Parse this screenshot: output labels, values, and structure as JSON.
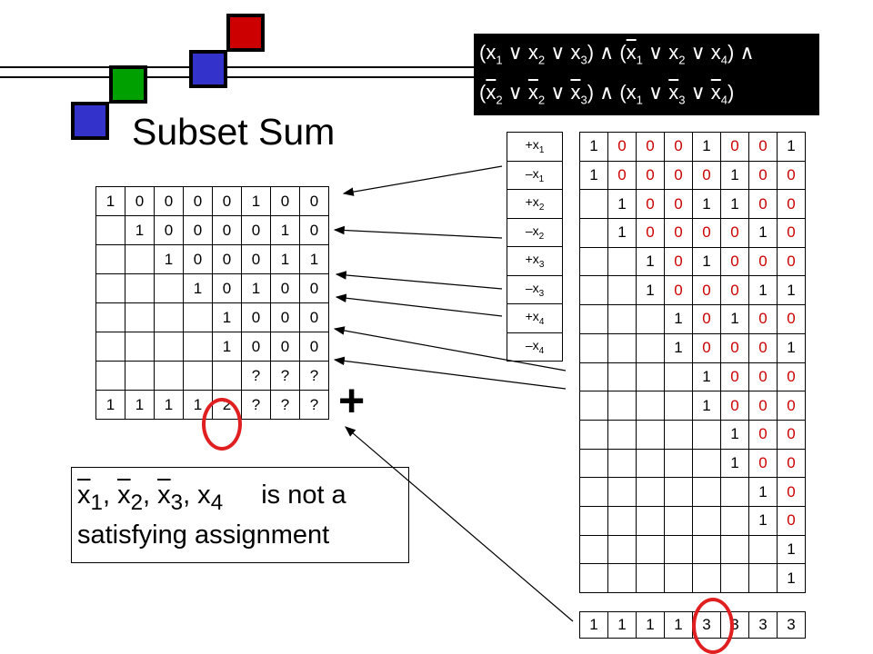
{
  "title": "Subset Sum",
  "formula": {
    "line1": [
      {
        "t": "(x"
      },
      {
        "s": "1"
      },
      {
        "t": " ∨ x"
      },
      {
        "s": "2"
      },
      {
        "t": " ∨ x"
      },
      {
        "s": "3"
      },
      {
        "t": ") ∧ ("
      },
      {
        "t": "x",
        "over": true
      },
      {
        "s": "1"
      },
      {
        "t": " ∨ x"
      },
      {
        "s": "2"
      },
      {
        "t": " ∨ x"
      },
      {
        "s": "4"
      },
      {
        "t": ") ∧"
      }
    ],
    "line2": [
      {
        "t": "("
      },
      {
        "t": "x",
        "over": true
      },
      {
        "s": "2"
      },
      {
        "t": " ∨ "
      },
      {
        "t": "x",
        "over": true
      },
      {
        "s": "2"
      },
      {
        "t": " ∨ "
      },
      {
        "t": "x",
        "over": true
      },
      {
        "s": "3"
      },
      {
        "t": ") ∧ (x"
      },
      {
        "s": "1"
      },
      {
        "t": " ∨ "
      },
      {
        "t": "x",
        "over": true
      },
      {
        "s": "3"
      },
      {
        "t": " ∨ "
      },
      {
        "t": "x",
        "over": true
      },
      {
        "s": "4"
      },
      {
        "t": ")"
      }
    ]
  },
  "left_table": {
    "rows": [
      [
        "1",
        "0",
        "0",
        "0",
        "0",
        "1",
        "0",
        "0"
      ],
      [
        "",
        "1",
        "0",
        "0",
        "0",
        "0",
        "1",
        "0"
      ],
      [
        "",
        "",
        "1",
        "0",
        "0",
        "0",
        "1",
        "1"
      ],
      [
        "",
        "",
        "",
        "1",
        "0",
        "1",
        "0",
        "0"
      ],
      [
        "",
        "",
        "",
        "",
        "1",
        "0",
        "0",
        "0"
      ],
      [
        "",
        "",
        "",
        "",
        "1",
        "0",
        "0",
        "0"
      ],
      [
        "",
        "",
        "",
        "",
        "",
        "?",
        "?",
        "?"
      ],
      [
        "1",
        "1",
        "1",
        "1",
        "2",
        "?",
        "?",
        "?"
      ]
    ]
  },
  "literals": [
    {
      "sign": "+x",
      "sub": "1"
    },
    {
      "sign": "–x",
      "sub": "1"
    },
    {
      "sign": "+x",
      "sub": "2"
    },
    {
      "sign": "–x",
      "sub": "2"
    },
    {
      "sign": "+x",
      "sub": "3"
    },
    {
      "sign": "–x",
      "sub": "3"
    },
    {
      "sign": "+x",
      "sub": "4"
    },
    {
      "sign": "–x",
      "sub": "4"
    }
  ],
  "right_table": {
    "rows": [
      [
        "1",
        "0",
        "0",
        "0",
        "1",
        "0",
        "0",
        "1"
      ],
      [
        "1",
        "0",
        "0",
        "0",
        "0",
        "1",
        "0",
        "0"
      ],
      [
        "",
        "1",
        "0",
        "0",
        "1",
        "1",
        "0",
        "0"
      ],
      [
        "",
        "1",
        "0",
        "0",
        "0",
        "0",
        "1",
        "0"
      ],
      [
        "",
        "",
        "1",
        "0",
        "1",
        "0",
        "0",
        "0"
      ],
      [
        "",
        "",
        "1",
        "0",
        "0",
        "0",
        "1",
        "1"
      ],
      [
        "",
        "",
        "",
        "1",
        "0",
        "1",
        "0",
        "0"
      ],
      [
        "",
        "",
        "",
        "1",
        "0",
        "0",
        "0",
        "1"
      ],
      [
        "",
        "",
        "",
        "",
        "1",
        "0",
        "0",
        "0"
      ],
      [
        "",
        "",
        "",
        "",
        "1",
        "0",
        "0",
        "0"
      ],
      [
        "",
        "",
        "",
        "",
        "",
        "1",
        "0",
        "0"
      ],
      [
        "",
        "",
        "",
        "",
        "",
        "1",
        "0",
        "0"
      ],
      [
        "",
        "",
        "",
        "",
        "",
        "",
        "1",
        "0"
      ],
      [
        "",
        "",
        "",
        "",
        "",
        "",
        "1",
        "0"
      ],
      [
        "",
        "",
        "",
        "",
        "",
        "",
        "",
        "1"
      ],
      [
        "",
        "",
        "",
        "",
        "",
        "",
        "",
        "1"
      ]
    ],
    "sum_row": [
      "1",
      "1",
      "1",
      "1",
      "3",
      "3",
      "3",
      "3"
    ]
  },
  "plus_sign": "+",
  "note": {
    "vars": [
      {
        "t": "x",
        "over": true
      },
      {
        "s": "1"
      },
      {
        "t": ", "
      },
      {
        "t": "x",
        "over": true
      },
      {
        "s": "2"
      },
      {
        "t": ", "
      },
      {
        "t": "x",
        "over": true
      },
      {
        "s": "3"
      },
      {
        "t": ", x"
      },
      {
        "s": "4"
      }
    ],
    "suffix": "is not a",
    "line2": "satisfying assignment"
  },
  "colors": {
    "red_digit": "#cc0000",
    "circle": "#e02020",
    "square_red": "#cc0000",
    "square_blue": "#3333cc",
    "square_green": "#00a000"
  }
}
